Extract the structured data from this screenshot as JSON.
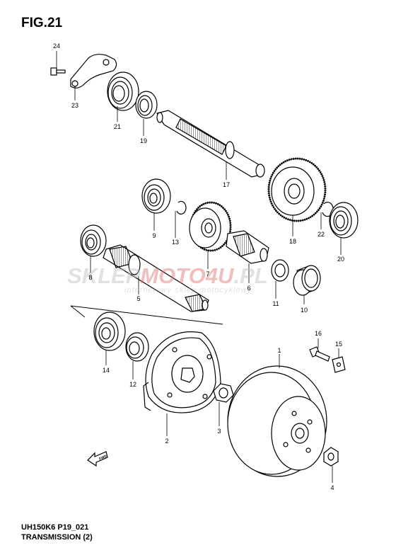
{
  "figure": {
    "title": "FIG.21",
    "code": "UH150K6 P19_021",
    "caption": "TRANSMISSION (2)"
  },
  "watermark": {
    "brand_part1": "SKLEP",
    "brand_part2": "MOTO",
    "brand_part3": "4U",
    "brand_suffix": ".PL",
    "tagline": "internetowy sklep motocyklowy"
  },
  "direction_marker": {
    "label": "FWD"
  },
  "callouts": [
    {
      "id": "1",
      "label": "1"
    },
    {
      "id": "2",
      "label": "2"
    },
    {
      "id": "3",
      "label": "3"
    },
    {
      "id": "4",
      "label": "4"
    },
    {
      "id": "5",
      "label": "5"
    },
    {
      "id": "6",
      "label": "6"
    },
    {
      "id": "7",
      "label": "7"
    },
    {
      "id": "8",
      "label": "8"
    },
    {
      "id": "9",
      "label": "9"
    },
    {
      "id": "10",
      "label": "10"
    },
    {
      "id": "11",
      "label": "11"
    },
    {
      "id": "12",
      "label": "12"
    },
    {
      "id": "13",
      "label": "13"
    },
    {
      "id": "14",
      "label": "14"
    },
    {
      "id": "15",
      "label": "15"
    },
    {
      "id": "16",
      "label": "16"
    },
    {
      "id": "17",
      "label": "17"
    },
    {
      "id": "18",
      "label": "18"
    },
    {
      "id": "19",
      "label": "19"
    },
    {
      "id": "20",
      "label": "20"
    },
    {
      "id": "21",
      "label": "21"
    },
    {
      "id": "22",
      "label": "22"
    },
    {
      "id": "23",
      "label": "23"
    },
    {
      "id": "24",
      "label": "24"
    }
  ]
}
